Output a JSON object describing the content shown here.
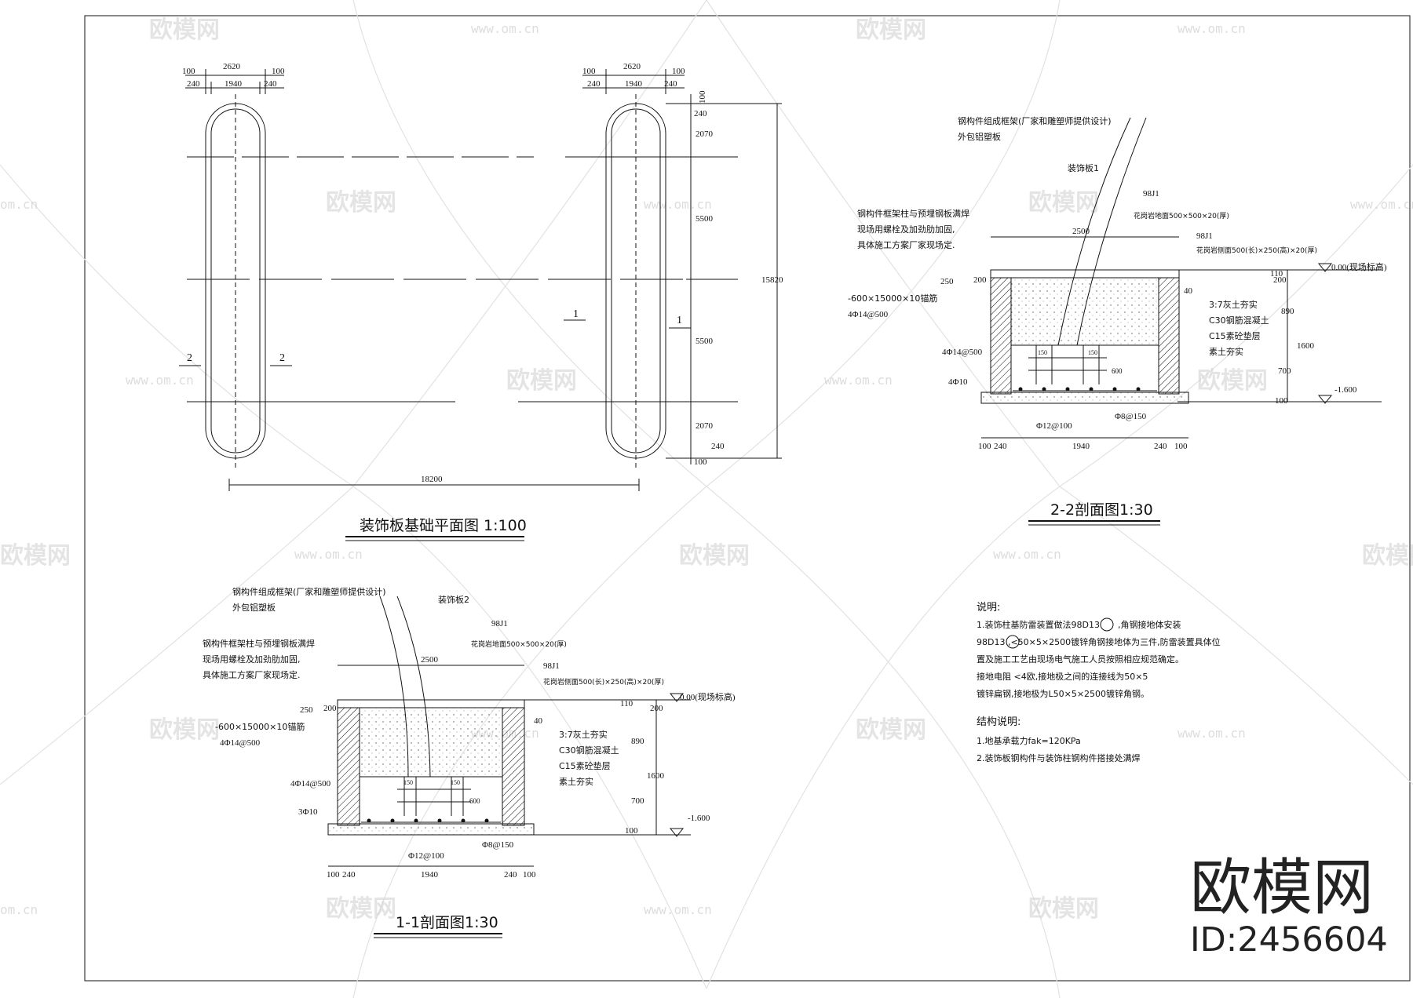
{
  "watermark": {
    "brand": "欧模网",
    "site": "www.om.cn",
    "edge": "om.cn",
    "id_label": "ID:2456604"
  },
  "plan": {
    "title": "装饰板基础平面图 1:100",
    "top_dims": [
      "100",
      "2620",
      "100",
      "240",
      "1940",
      "240"
    ],
    "right_dims": [
      "100",
      "240",
      "2070",
      "5500",
      "5500",
      "2070",
      "240",
      "100"
    ],
    "total_height": "15820",
    "total_width": "18200",
    "section_marks": [
      "1",
      "1",
      "2",
      "2"
    ]
  },
  "section22": {
    "title": "2-2剖面图1:30",
    "labels": {
      "frame": "钢构件组成框架(厂家和雕塑师提供设计)",
      "wrap": "外包铝塑板",
      "panel": "装饰板1",
      "ref1": "98J1",
      "stone_top": "花岗岩地面500×500×20(厚)",
      "ref2": "98J1",
      "stone_side": "花岗岩侧面500(长)×250(高)×20(厚)",
      "weld1": "钢构件框架柱与预埋钢板满焊",
      "weld2": "现场用螺栓及加劲肋加固,",
      "weld3": "具体施工方案厂家现场定.",
      "plate": "-600×15000×10锚筋",
      "bar1": "4Φ14@500",
      "bar2": "4Φ14@500",
      "bar3": "4Φ10",
      "bot1": "Φ12@100",
      "bot2": "Φ8@150",
      "m1": "3:7灰土夯实",
      "m2": "C30钢筋混凝土",
      "m3": "C15素砼垫层",
      "m4": "素土夯实",
      "level0": "0.00(现场标高)",
      "level1": "-1.600"
    },
    "dims": {
      "w2500": "2500",
      "d250": "250",
      "d200": "200",
      "d110": "110",
      "d40": "40",
      "d200b": "200",
      "d890": "890",
      "d1600": "1600",
      "d700": "700",
      "d100": "100",
      "d150a": "150",
      "d150b": "150",
      "d600": "600",
      "bottom": [
        "100",
        "240",
        "1940",
        "240",
        "100"
      ]
    }
  },
  "section11": {
    "title": "1-1剖面图1:30",
    "labels": {
      "frame": "钢构件组成框架(厂家和雕塑师提供设计)",
      "wrap": "外包铝塑板",
      "panel": "装饰板2",
      "ref1": "98J1",
      "stone_top": "花岗岩地面500×500×20(厚)",
      "ref2": "98J1",
      "stone_side": "花岗岩侧面500(长)×250(高)×20(厚)",
      "weld1": "钢构件框架柱与预埋钢板满焊",
      "weld2": "现场用螺栓及加劲肋加固,",
      "weld3": "具体施工方案厂家现场定.",
      "plate": "-600×15000×10锚筋",
      "bar1": "4Φ14@500",
      "bar2": "4Φ14@500",
      "bar3": "3Φ10",
      "bot1": "Φ12@100",
      "bot2": "Φ8@150",
      "m1": "3:7灰土夯实",
      "m2": "C30钢筋混凝土",
      "m3": "C15素砼垫层",
      "m4": "素土夯实",
      "level0": "0.00(现场标高)",
      "level1": "-1.600"
    },
    "dims": {
      "w2500": "2500",
      "d250": "250",
      "d200": "200",
      "d110": "110",
      "d40": "40",
      "d200b": "200",
      "d890": "890",
      "d1600": "1600",
      "d700": "700",
      "d100": "100",
      "d150a": "150",
      "d150b": "150",
      "d600": "600",
      "bottom": [
        "100",
        "240",
        "1940",
        "240",
        "100"
      ]
    }
  },
  "notes": {
    "heading": "说明:",
    "lines": [
      "1.装饰柱基防雷装置做法98D13",
      "98D13    ,<50×5×2500镀锌角钢接地体为三件,防雷装置具体位",
      "置及施工工艺由现场电气施工人员按照相应规范确定。",
      "接地电阻 <4欧,接地极之间的连接线为50×5",
      "镀锌扁钢,接地极为L50×5×2500镀锌角钢。"
    ],
    "line1_tail": ",角钢接地体安装",
    "struct_heading": "结构说明:",
    "struct_lines": [
      "1.地基承载力fak=120KPa",
      "2.装饰板钢构件与装饰柱钢构件搭接处满焊"
    ]
  }
}
